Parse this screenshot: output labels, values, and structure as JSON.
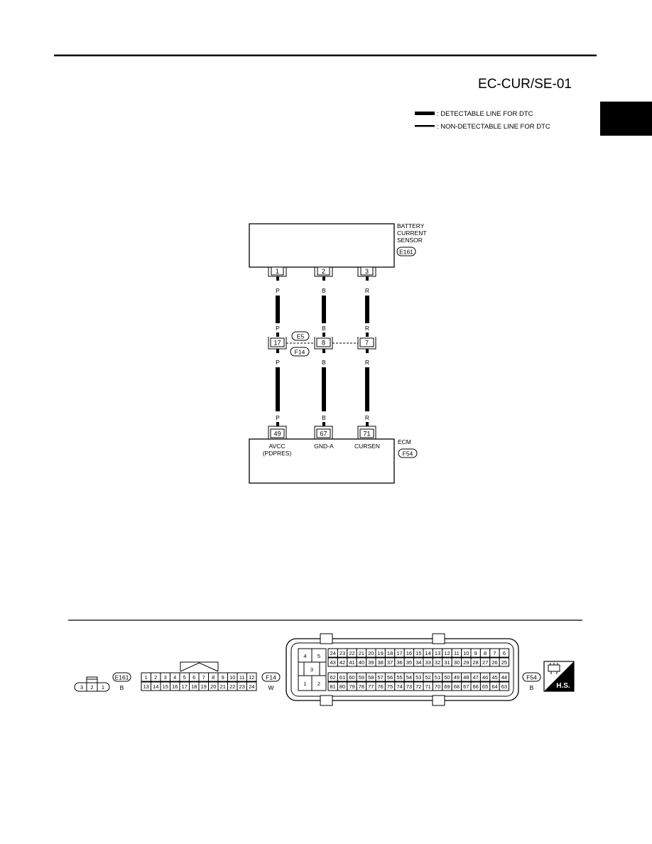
{
  "page": {
    "code": "EC-CUR/SE-01"
  },
  "legend": {
    "detectable": ": DETECTABLE LINE FOR DTC",
    "non_detectable": ": NON-DETECTABLE LINE FOR DTC"
  },
  "sensor": {
    "name_lines": [
      "BATTERY",
      "CURRENT",
      "SENSOR"
    ],
    "connector": "E161",
    "pins": [
      "1",
      "2",
      "3"
    ]
  },
  "wire_colors": {
    "w1": "P",
    "w2": "B",
    "w3": "R"
  },
  "joint": {
    "connector_top": "E5",
    "connector_bottom": "F14",
    "pins": [
      "17",
      "8",
      "7"
    ]
  },
  "ecm": {
    "name": "ECM",
    "connector": "F54",
    "pins": [
      "49",
      "67",
      "71"
    ],
    "signal_1_line1": "AVCC",
    "signal_1_line2": "(PDPRES)",
    "signal_2": "GND-A",
    "signal_3": "CURSEN"
  },
  "connector_views": {
    "e161": {
      "id": "E161",
      "color": "B",
      "pins": [
        "3",
        "2",
        "1"
      ]
    },
    "f14": {
      "id": "F14",
      "color": "W",
      "row1": [
        "1",
        "2",
        "3",
        "4",
        "5",
        "6",
        "7",
        "8",
        "9",
        "10",
        "11",
        "12"
      ],
      "row2": [
        "13",
        "14",
        "15",
        "16",
        "17",
        "18",
        "19",
        "20",
        "21",
        "22",
        "23",
        "24"
      ]
    },
    "f54": {
      "id": "F54",
      "color": "B",
      "left_top": [
        "4",
        "5"
      ],
      "left_mid": "3",
      "left_bottom": [
        "1",
        "2"
      ],
      "row1": [
        "24",
        "23",
        "22",
        "21",
        "20",
        "19",
        "18",
        "17",
        "16",
        "15",
        "14",
        "13",
        "12",
        "11",
        "10",
        "9",
        "8",
        "7",
        "6"
      ],
      "row2": [
        "43",
        "42",
        "41",
        "40",
        "39",
        "38",
        "37",
        "36",
        "35",
        "34",
        "33",
        "32",
        "31",
        "30",
        "29",
        "28",
        "27",
        "26",
        "25"
      ],
      "row3": [
        "62",
        "61",
        "60",
        "59",
        "58",
        "57",
        "56",
        "55",
        "54",
        "53",
        "52",
        "51",
        "50",
        "49",
        "48",
        "47",
        "46",
        "45",
        "44"
      ],
      "row4": [
        "81",
        "80",
        "79",
        "78",
        "77",
        "76",
        "75",
        "74",
        "73",
        "72",
        "71",
        "70",
        "69",
        "68",
        "67",
        "66",
        "65",
        "64",
        "63"
      ]
    }
  },
  "hs_badge": {
    "label": "H.S.",
    "icon": "connector-harness-icon"
  }
}
